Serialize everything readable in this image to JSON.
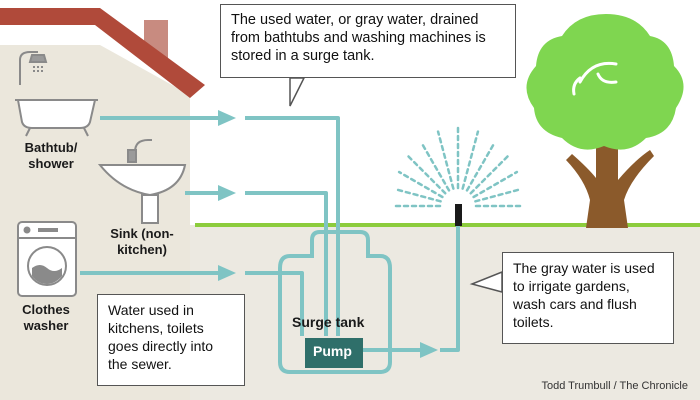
{
  "labels": {
    "bathtub": "Bathtub/ shower",
    "sink": "Sink (non-kitchen)",
    "washer": "Clothes washer",
    "surge_tank": "Surge tank",
    "pump": "Pump"
  },
  "callouts": {
    "top": "The used water, or gray water, drained from bathtubs and washing machines is stored in a surge tank.",
    "kitchen": "Water used in kitchens, toilets goes directly into the sewer.",
    "irrigate": "The gray water is used to irrigate gardens, wash cars and flush toilets."
  },
  "credit": "Todd Trumbull / The Chronicle",
  "colors": {
    "pipe": "#7fc4c4",
    "house_wall": "#ebe7dc",
    "roof": "#b04a3a",
    "grass": "#8ccc3c",
    "tree": "#7fd650",
    "trunk": "#8b5a2b",
    "pump": "#2f6f6a",
    "ground": "#ece9e1"
  }
}
